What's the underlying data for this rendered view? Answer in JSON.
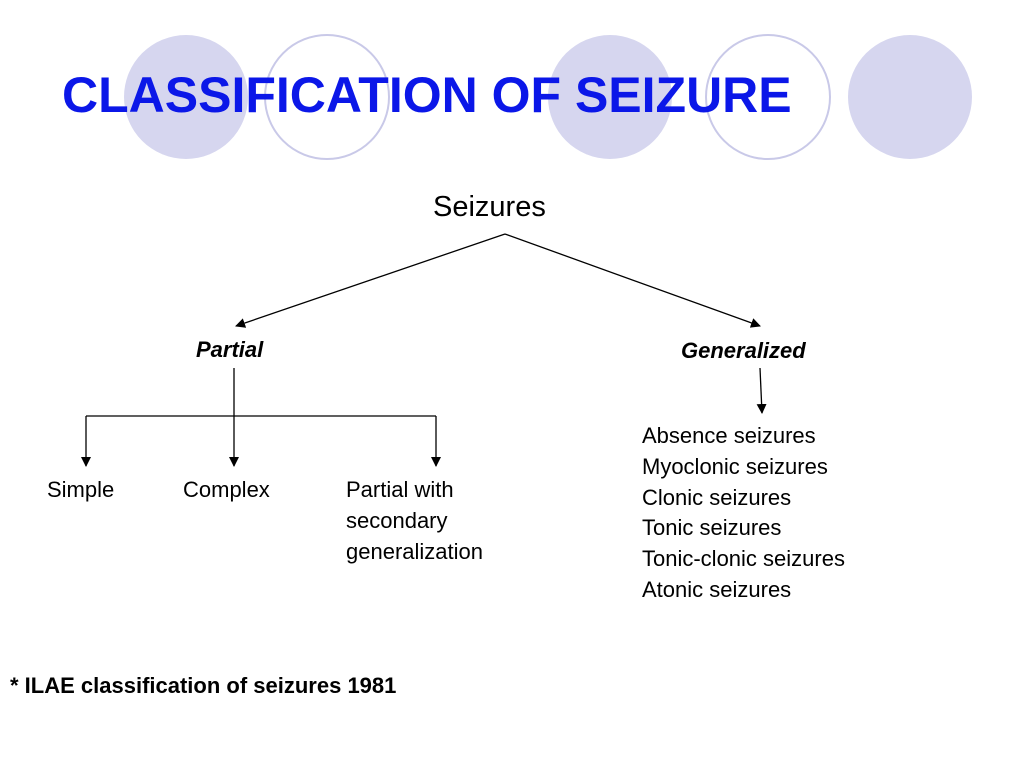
{
  "slide": {
    "title": "CLASSIFICATION OF SEIZURE",
    "accent_color": "#0b17e8",
    "circle_fill": "#d6d6ef",
    "circle_stroke": "#c9c9e8"
  },
  "diagram": {
    "root": "Seizures",
    "partial": {
      "label": "Partial",
      "children": [
        "Simple",
        "Complex",
        "Partial with\nsecondary\ngeneralization"
      ]
    },
    "generalized": {
      "label": "Generalized",
      "types": [
        "Absence seizures",
        "Myoclonic seizures",
        "Clonic seizures",
        "Tonic seizures",
        "Tonic-clonic seizures",
        "Atonic seizures"
      ]
    }
  },
  "footnote": "* ILAE classification of seizures 1981"
}
